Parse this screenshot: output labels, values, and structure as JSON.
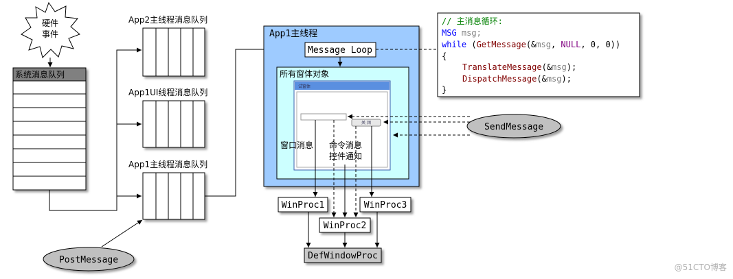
{
  "labels": {
    "hardware_event": [
      "硬件",
      "事件"
    ],
    "system_queue": "系统消息队列",
    "app2_queue": "App2主线程消息队列",
    "app1ui_queue": "App1UI线程消息队列",
    "app1_queue": "App1主线程消息队列",
    "app1_main_thread": "App1主线程",
    "message_loop": "Message Loop",
    "all_windows": "所有窗体对象",
    "form_title": "试窗体",
    "form_button": "关 闭",
    "window_msg": "窗口消息",
    "command_msg": "命令消息",
    "control_notify": "控件通知",
    "winproc1": "WinProc1",
    "winproc2": "WinProc2",
    "winproc3": "WinProc3",
    "defwindowproc": "DefWindowProc",
    "send_message": "SendMessage",
    "post_message": "PostMessage",
    "watermark": "@51CTO博客"
  },
  "code": {
    "comment": "// 主消息循环:",
    "line2_type": "MSG",
    "line2_var": " msg;",
    "line3_kw": "while",
    "line3_a": " (",
    "line3_fn": "GetMessage",
    "line3_b": "(&",
    "line3_msg": "msg",
    "line3_c": ", ",
    "line3_null": "NULL",
    "line3_d": ", 0, 0))",
    "line4": "{",
    "line5_fn": "TranslateMessage",
    "line5_a": "(&",
    "line5_msg": "msg",
    "line5_b": ");",
    "line6_fn": "DispatchMessage",
    "line6_a": "(&",
    "line6_msg": "msg",
    "line6_b": ");",
    "line7": "}"
  },
  "colors": {
    "app_panel": "#9ecbff",
    "windows_panel": "#ccffff",
    "ellipse": "#c0c0c0",
    "queue_header": "#808080",
    "code_comment": "#008000",
    "code_keyword": "#0000ff",
    "code_function": "#800000",
    "code_var": "#808080",
    "code_null": "#800080"
  }
}
